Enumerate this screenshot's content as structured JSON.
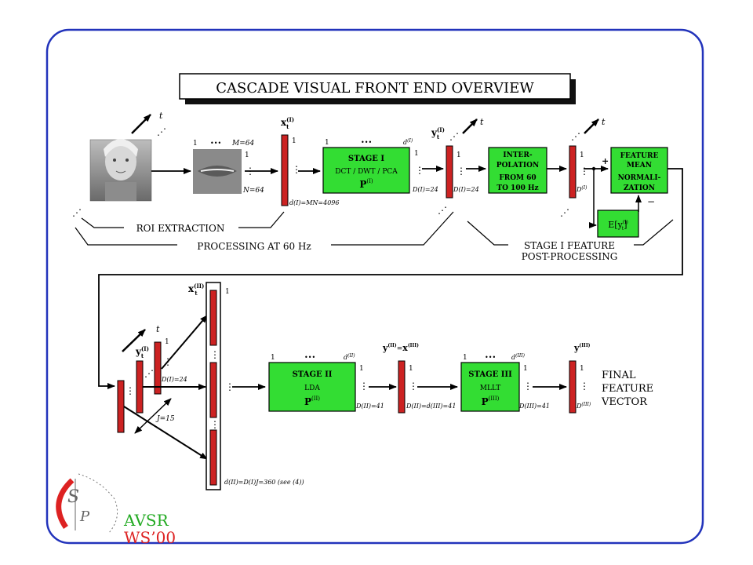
{
  "title": "CASCADE VISUAL FRONT END OVERVIEW",
  "logo": {
    "line1": "AVSR",
    "line2": "WS’00"
  },
  "colors": {
    "frame_border": "#2233bb",
    "block_fill": "#33dd33",
    "vector_fill": "#cc2222",
    "logo_green": "#22aa22",
    "logo_red": "#dd2222"
  },
  "upper": {
    "time_label": "t",
    "roi": {
      "label": "ROI EXTRACTION",
      "m_label": "M=64",
      "n_label": "N=64",
      "one": "1",
      "dots": "•••"
    },
    "x_vec": {
      "label": "x",
      "sup": "(I)",
      "sub": "t",
      "one": "1",
      "dim": "d(I)=MN=4096"
    },
    "stage1": {
      "title": "STAGE I",
      "line2": "DCT / DWT / PCA",
      "line3": "P",
      "sup": "(I)",
      "one": "1",
      "dots": "•••",
      "d": "d(I)"
    },
    "y_vec": {
      "label": "y",
      "sup": "(I)",
      "sub": "t",
      "one": "1",
      "dim_left": "D(I)=24",
      "dim_right": "D(I)=24"
    },
    "interp": {
      "l1": "INTER-",
      "l2": "POLATION",
      "l3": "FROM 60",
      "l4": "TO 100 Hz"
    },
    "interp_vec": {
      "one": "1",
      "dim": "D(I)"
    },
    "fmn": {
      "l1": "FEATURE",
      "l2": "MEAN",
      "l3": "NORMALI-",
      "l4": "ZATION",
      "plus": "+",
      "minus": "−"
    },
    "expect": {
      "label": "E[y",
      "sup": "(I)",
      "sub": "t",
      "end": "]"
    },
    "processing_label": "PROCESSING AT 60 Hz",
    "post_label_1": "STAGE I FEATURE",
    "post_label_2": "POST-PROCESSING"
  },
  "lower": {
    "time_label": "t",
    "y_label": {
      "label": "y",
      "sup": "(I)",
      "sub": "t",
      "one": "1",
      "dim": "D(I)=24",
      "j": "J=15"
    },
    "x_label": {
      "label": "x",
      "sup": "(II)",
      "sub": "t",
      "one": "1",
      "dim": "d(II)=D(I)J=360 (see (4))"
    },
    "stage2": {
      "title": "STAGE II",
      "line2": "LDA",
      "line3": "P",
      "sup": "(II)",
      "one": "1",
      "dots": "•••",
      "d": "d(II)",
      "out_one": "1",
      "out_dim": "D(II)=41"
    },
    "y2": {
      "label": "y(II)=x(III)",
      "one": "1",
      "dim": "D(II)=d(III)=41"
    },
    "stage3": {
      "title": "STAGE III",
      "line2": "MLLT",
      "line3": "P",
      "sup": "(III)",
      "one": "1",
      "dots": "•••",
      "d": "d(III)",
      "out_one": "1",
      "out_dim": "D(III)=41"
    },
    "y3": {
      "label": "y(III)",
      "one": "1",
      "dim": "D(III)"
    },
    "final_1": "FINAL",
    "final_2": "FEATURE",
    "final_3": "VECTOR"
  }
}
